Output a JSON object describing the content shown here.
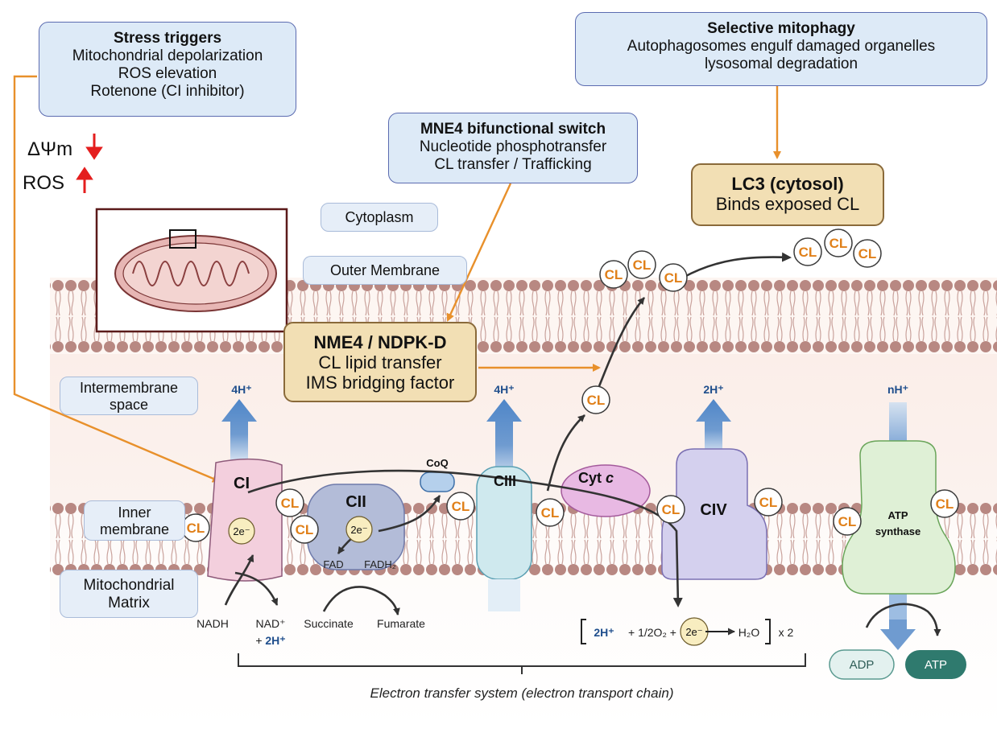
{
  "colors": {
    "accent_orange": "#e8902b",
    "cl_text": "#e0801a",
    "proton_blue": "#1f4e8c",
    "red_arrow": "#e41e1e"
  },
  "stress_box": {
    "title": "Stress triggers",
    "lines": [
      "Mitochondrial depolarization",
      "ROS elevation",
      "Rotenone (CI inhibitor)"
    ]
  },
  "mitophagy_box": {
    "title": "Selective mitophagy",
    "lines": [
      "Autophagosomes engulf damaged organelles",
      "lysosomal degradation"
    ]
  },
  "mne4_box": {
    "title": "MNE4 bifunctional switch",
    "lines": [
      "Nucleotide phosphotransfer",
      "CL transfer / Trafficking"
    ]
  },
  "lc3_box": {
    "title": "LC3 (cytosol)",
    "lines": [
      "Binds exposed CL"
    ]
  },
  "nme4_box": {
    "title": "NME4 / NDPK-D",
    "lines": [
      "CL lipid transfer",
      "IMS bridging factor"
    ]
  },
  "indicators": {
    "dpsi": "ΔΨm",
    "ros": "ROS"
  },
  "labels": {
    "cytoplasm": "Cytoplasm",
    "outer_membrane": "Outer Membrane",
    "intermembrane": [
      "Intermembrane",
      "space"
    ],
    "inner_membrane": [
      "Inner",
      "membrane"
    ],
    "matrix": [
      "Mitochondrial",
      "Matrix"
    ]
  },
  "complexes": {
    "ci": "CI",
    "cii": "CII",
    "ciii": "CIII",
    "civ": "CIV",
    "coq": "CoQ",
    "cytc": "Cyt",
    "cytc_italic": "c",
    "atp_synthase": [
      "ATP",
      "synthase"
    ]
  },
  "protons": {
    "ci": "4H⁺",
    "ciii": "4H⁺",
    "civ": "2H⁺",
    "atp": "nH⁺"
  },
  "cl_label": "CL",
  "electrons": "2e⁻",
  "substrates": {
    "nadh": "NADH",
    "nad": "NAD⁺",
    "nad_plus": "+ ",
    "nad_h": "2H⁺",
    "succinate": "Succinate",
    "fumarate": "Fumarate",
    "fad": "FAD",
    "fadh2": "FADH₂"
  },
  "equation": {
    "h": "2H⁺",
    "mid": "+ 1/2O₂ +",
    "e": "2e⁻",
    "water": "H₂O",
    "mult": "x 2"
  },
  "atp": {
    "adp": "ADP",
    "atp": "ATP"
  },
  "caption": "Electron transfer system (electron transport chain)"
}
